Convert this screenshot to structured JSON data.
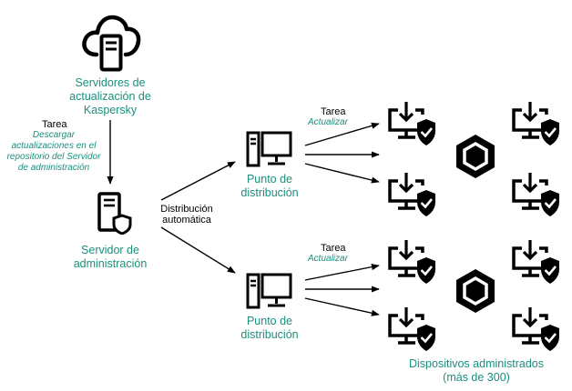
{
  "nodes": {
    "kaspersky_update_servers": [
      "Servidores de",
      "actualización de",
      "Kaspersky"
    ],
    "administration_server": [
      "Servidor de",
      "administración"
    ],
    "distribution_point_top": [
      "Punto de",
      "distribución"
    ],
    "distribution_point_bottom": [
      "Punto de",
      "distribución"
    ],
    "managed_devices": [
      "Dispositivos administrados",
      "(más de 300)"
    ]
  },
  "edges": {
    "download_task": {
      "title": "Tarea",
      "lines": [
        "Descargar",
        "actualizaciones en el",
        "repositorio del Servidor",
        "de administración"
      ]
    },
    "automatic_distribution": [
      "Distribución",
      "automática"
    ],
    "update_task_top": {
      "title": "Tarea",
      "name": "Actualizar"
    },
    "update_task_bottom": {
      "title": "Tarea",
      "name": "Actualizar"
    }
  },
  "colors": {
    "label_teal": "#1b8f7c",
    "icon": "#000000",
    "hex_fill": "#ffffff"
  },
  "icons": {
    "cloud": "cloud-server-icon",
    "server": "admin-server-icon",
    "distribution_point": "desktop-computer-icon",
    "device": "monitor-download-shield-icon",
    "device_group": "hexagon-icon"
  }
}
